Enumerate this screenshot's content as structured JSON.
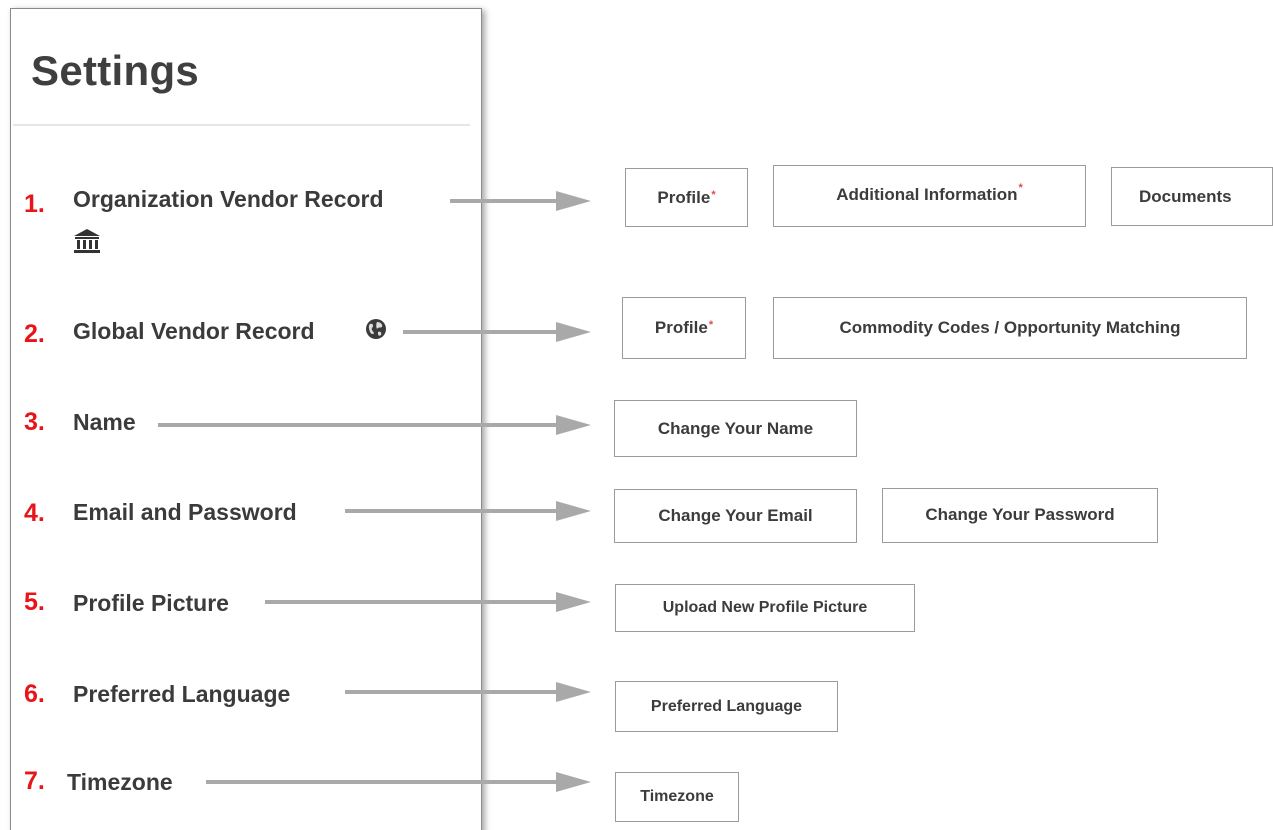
{
  "settings": {
    "title": "Settings"
  },
  "items": [
    {
      "number": "1.",
      "label": "Organization Vendor Record",
      "icon": "bank-icon"
    },
    {
      "number": "2.",
      "label": "Global Vendor Record",
      "icon": "globe-icon"
    },
    {
      "number": "3.",
      "label": "Name"
    },
    {
      "number": "4.",
      "label": "Email and Password"
    },
    {
      "number": "5.",
      "label": "Profile Picture"
    },
    {
      "number": "6.",
      "label": "Preferred Language"
    },
    {
      "number": "7.",
      "label": "Timezone"
    }
  ],
  "buttons": {
    "org_profile": "Profile",
    "org_additional_info": "Additional Information",
    "org_documents": "Documents",
    "global_profile": "Profile",
    "global_commodity": "Commodity Codes / Opportunity Matching",
    "change_name": "Change Your Name",
    "change_email": "Change Your Email",
    "change_password": "Change Your Password",
    "upload_picture": "Upload New Profile Picture",
    "preferred_language": "Preferred Language",
    "timezone": "Timezone",
    "required_marker": "*"
  },
  "colors": {
    "number_red": "#e8141a",
    "arrow_gray": "#a9a9a9",
    "required_red": "#e04a4a"
  }
}
